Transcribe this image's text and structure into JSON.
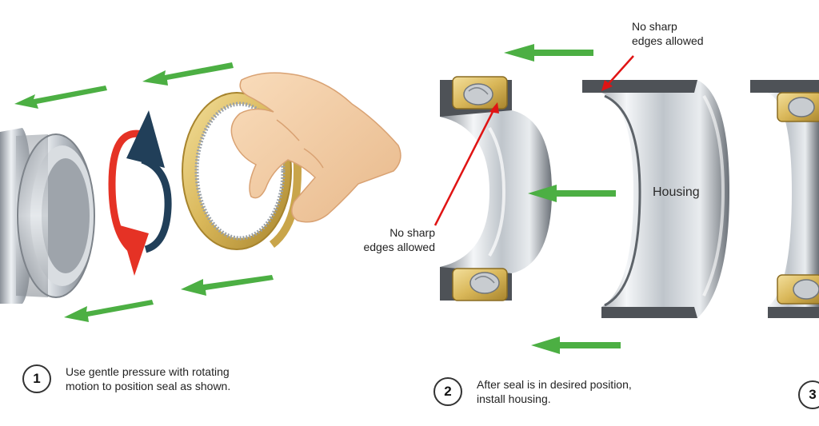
{
  "callouts": {
    "top": {
      "line1": "No sharp",
      "line2": "edges allowed"
    },
    "middle": {
      "line1": "No sharp",
      "line2": "edges allowed"
    },
    "housing": "Housing"
  },
  "steps": [
    {
      "number": "1",
      "line1": "Use gentle pressure with rotating",
      "line2": "motion to position seal as shown."
    },
    {
      "number": "2",
      "line1": "After seal is in desired position,",
      "line2": "install housing."
    },
    {
      "number": "3"
    }
  ],
  "colors": {
    "arrow_green": "#4caf43",
    "arrow_red": "#e53225",
    "arrow_navy": "#213f59",
    "seal_gold": "#d7b65b",
    "metal_dark": "#4e5257",
    "metal_light": "#dfe3e7",
    "skin": "#f2c89d",
    "leader_red": "#e01414"
  },
  "icons": {
    "rotate": "rotate-arrows-icon",
    "push": "green-arrow-icon"
  }
}
